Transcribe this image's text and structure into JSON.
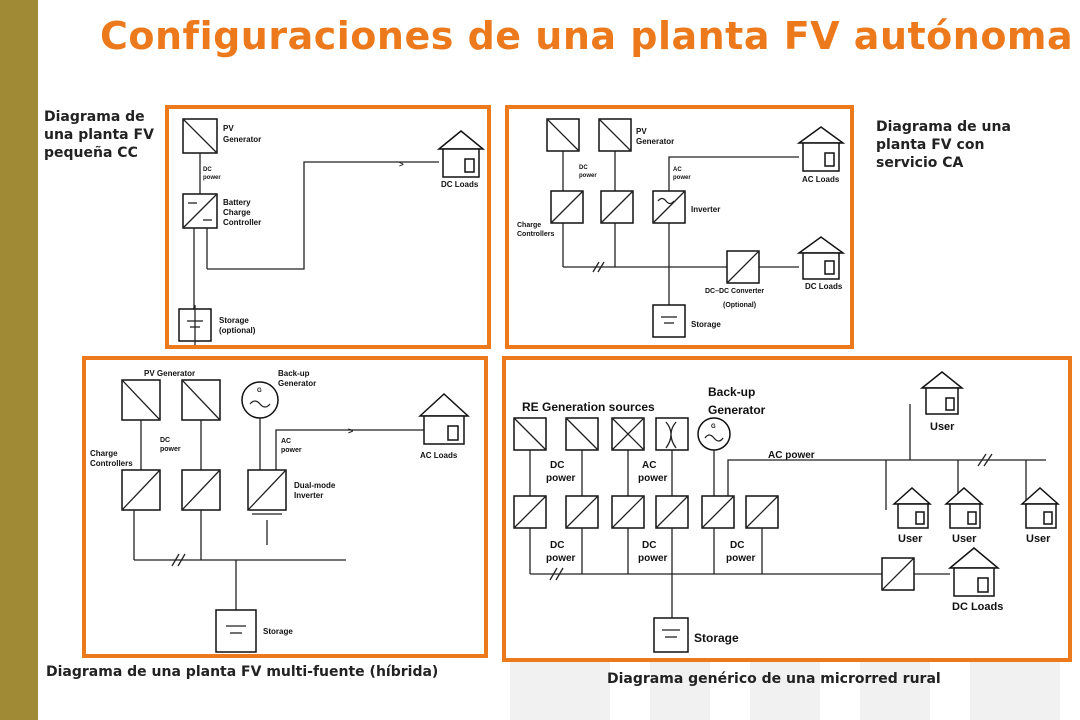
{
  "title": "Configuraciones de una planta FV autónoma",
  "captions": {
    "small_dc": "Diagrama de una planta FV pequeña CC",
    "ac_service": "Diagrama de una planta FV con servicio CA",
    "hybrid": "Diagrama de una planta FV multi-fuente (híbrida)",
    "microgrid": "Diagrama genérico de una microrred rural"
  },
  "d1": {
    "pv": "PV",
    "generator": "Generator",
    "dc": "DC",
    "power": "power",
    "battery": "Battery",
    "charge": "Charge",
    "controller": "Controller",
    "loads": "DC Loads",
    "storage": "Storage",
    "optional": "(optional)"
  },
  "d2": {
    "pv": "PV",
    "generator": "Generator",
    "dc": "DC",
    "ac": "AC",
    "power": "power",
    "inverter": "Inverter",
    "charge": "Charge",
    "controllers": "Controllers",
    "ac_loads": "AC Loads",
    "dc_loads": "DC Loads",
    "converter": "DC–DC Converter",
    "optional": "(Optional)",
    "storage": "Storage"
  },
  "d3": {
    "pv_gen": "PV Generator",
    "backup": "Back-up",
    "generator": "Generator",
    "dc": "DC",
    "ac": "AC",
    "power": "power",
    "charge": "Charge",
    "controllers": "Controllers",
    "dual": "Dual-mode",
    "inverter": "Inverter",
    "ac_loads": "AC Loads",
    "storage": "Storage",
    "g": "G"
  },
  "d4": {
    "re": "RE Generation sources",
    "backup": "Back-up",
    "generator": "Generator",
    "ac_power": "AC power",
    "dc": "DC",
    "ac": "AC",
    "power": "power",
    "user": "User",
    "dc_loads": "DC Loads",
    "storage": "Storage",
    "g": "G"
  },
  "colors": {
    "accent": "#ec7a1c",
    "side_bar": "#a08a36"
  }
}
